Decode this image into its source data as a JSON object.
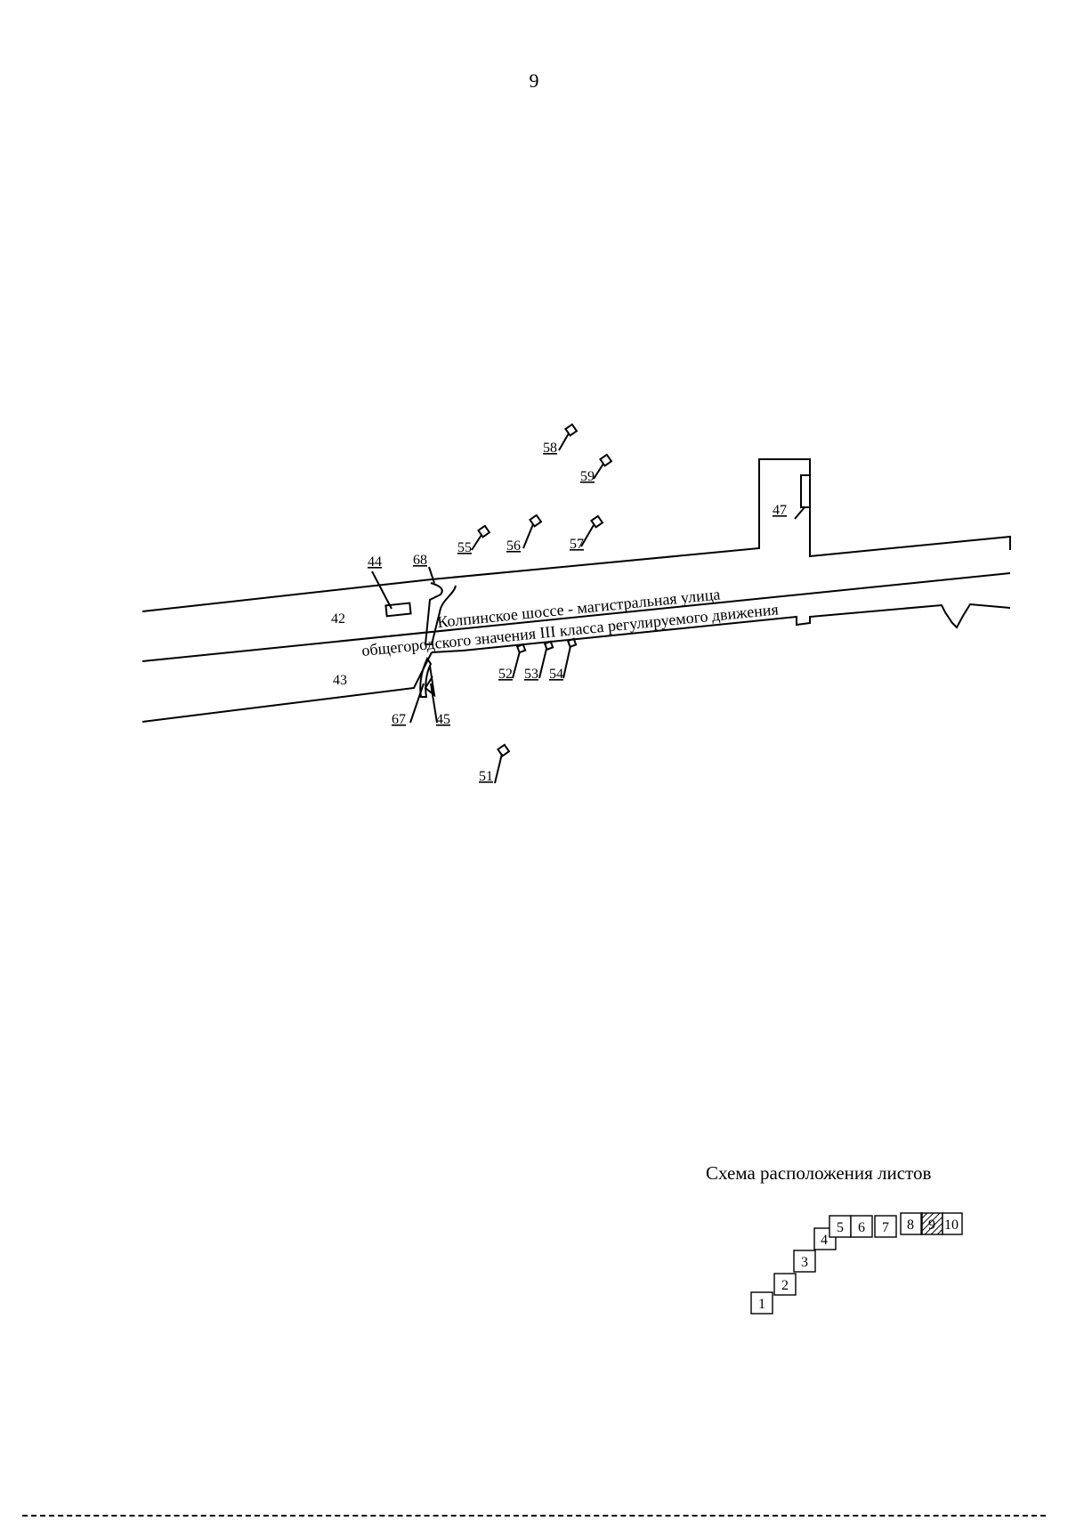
{
  "page": {
    "number": "9"
  },
  "map": {
    "road_caption_line1": "Колпинское шоссе - магистральная улица",
    "road_caption_line2": "общегородского значения III класса регулируемого движения",
    "zones": [
      "42",
      "43"
    ],
    "objects_plain": [
      "52",
      "53",
      "54"
    ],
    "objects_underlined": [
      "44",
      "45",
      "47",
      "51",
      "55",
      "56",
      "57",
      "58",
      "59",
      "67",
      "68"
    ]
  },
  "sheet_schema": {
    "title": "Схема расположения листов",
    "sheets": [
      "1",
      "2",
      "3",
      "4",
      "5",
      "6",
      "7",
      "8",
      "9",
      "10"
    ],
    "highlighted_sheet": "9"
  }
}
